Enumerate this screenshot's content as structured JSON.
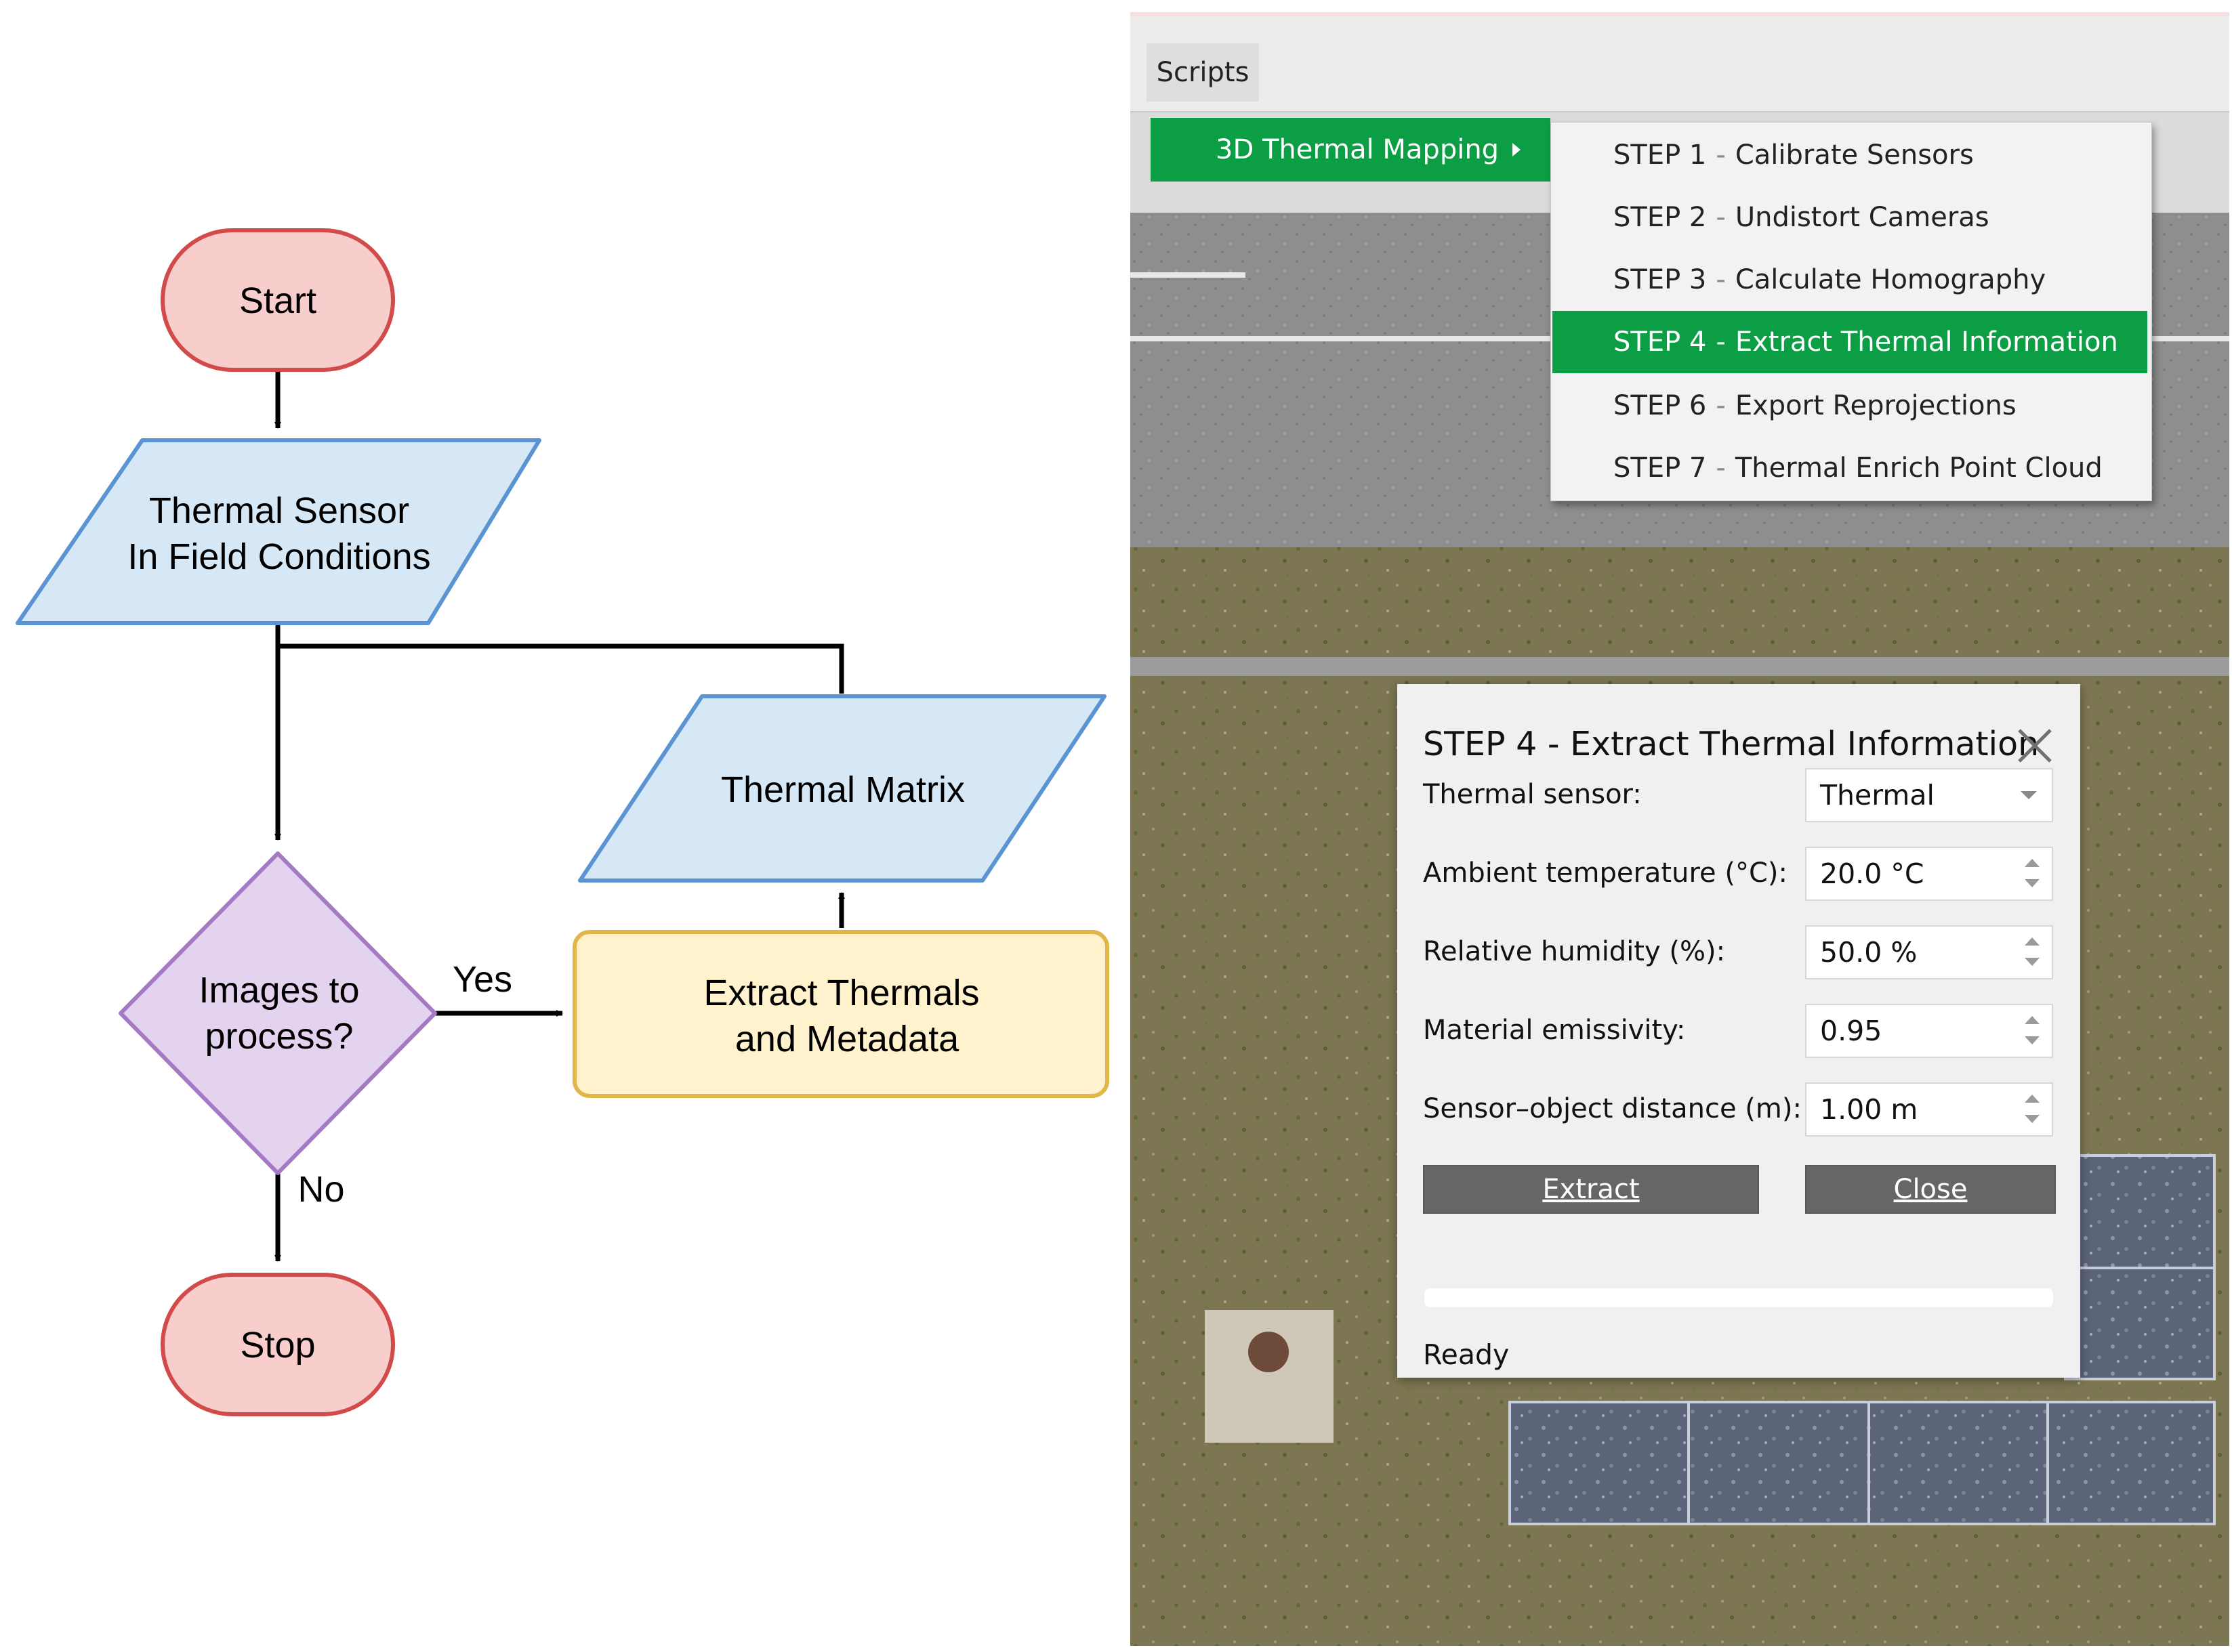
{
  "flowchart": {
    "start": "Start",
    "input_line1": "Thermal Sensor",
    "input_line2": "In Field  Conditions",
    "decision_line1": "Images to",
    "decision_line2": "process?",
    "yes_label": "Yes",
    "no_label": "No",
    "process_line1": "Extract Thermals",
    "process_line2": "and Metadata",
    "output": "Thermal Matrix",
    "stop": "Stop",
    "colors": {
      "terminal_fill": "#f8cecc",
      "terminal_stroke": "#d24b4b",
      "io_fill": "#d6e8f6",
      "io_stroke": "#5a94d2",
      "decision_fill": "#e3d3ee",
      "decision_stroke": "#a57ac4",
      "process_fill": "#fff2cc",
      "process_stroke": "#e0b84a"
    }
  },
  "app": {
    "menu": {
      "scripts": "Scripts"
    },
    "submenu": {
      "label": "3D Thermal Mapping"
    },
    "steps": [
      {
        "num": "STEP 1",
        "label": "Calibrate Sensors",
        "active": false
      },
      {
        "num": "STEP 2",
        "label": "Undistort Cameras",
        "active": false
      },
      {
        "num": "STEP 3",
        "label": "Calculate Homography",
        "active": false
      },
      {
        "num": "STEP 4",
        "label": "Extract Thermal Information",
        "active": true
      },
      {
        "num": "STEP 6",
        "label": "Export Reprojections",
        "active": false
      },
      {
        "num": "STEP 7",
        "label": "Thermal Enrich Point Cloud",
        "active": false
      }
    ],
    "dialog": {
      "title": "STEP 4 - Extract Thermal Information",
      "fields": {
        "sensor_label": "Thermal sensor:",
        "sensor_value": "Thermal",
        "ambient_label": "Ambient temperature (°C):",
        "ambient_value": "20.0 °C",
        "humidity_label": "Relative humidity (%):",
        "humidity_value": "50.0 %",
        "emissivity_label": "Material emissivity:",
        "emissivity_value": "0.95",
        "distance_label": "Sensor–object distance (m):",
        "distance_value": "1.00 m"
      },
      "extract_button": "Extract",
      "close_button": "Close",
      "progress": 0,
      "status": "Ready"
    },
    "colors": {
      "accent": "#0c9e44",
      "button": "#666666"
    }
  }
}
